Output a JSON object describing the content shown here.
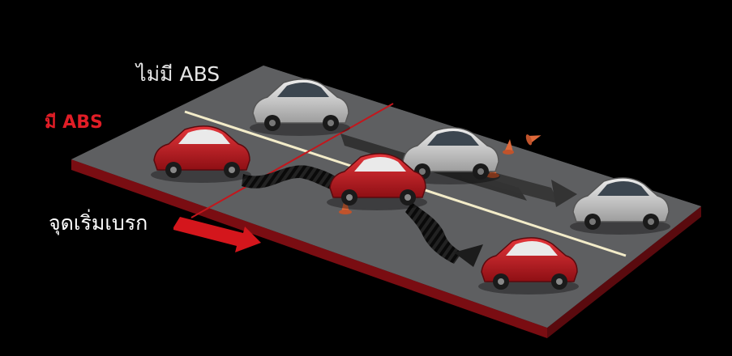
{
  "labels": {
    "no_abs": "ไม่มี ABS",
    "with_abs": "มี ABS",
    "brake_start": "จุดเริ่มเบรก"
  },
  "colors": {
    "background": "#000000",
    "road": "#5d5e60",
    "road_edge": "#7a0d12",
    "lane_line": "#f3ecc9",
    "abs_red": "#e11d26",
    "car_red": "#c4161c",
    "car_gray": "#c9c9c9",
    "cone": "#e0693a",
    "skid": "#111111"
  },
  "icons": {
    "red_car": "red-car-icon",
    "gray_car": "gray-car-icon",
    "cone": "traffic-cone-icon",
    "arrow": "direction-arrow-icon"
  }
}
